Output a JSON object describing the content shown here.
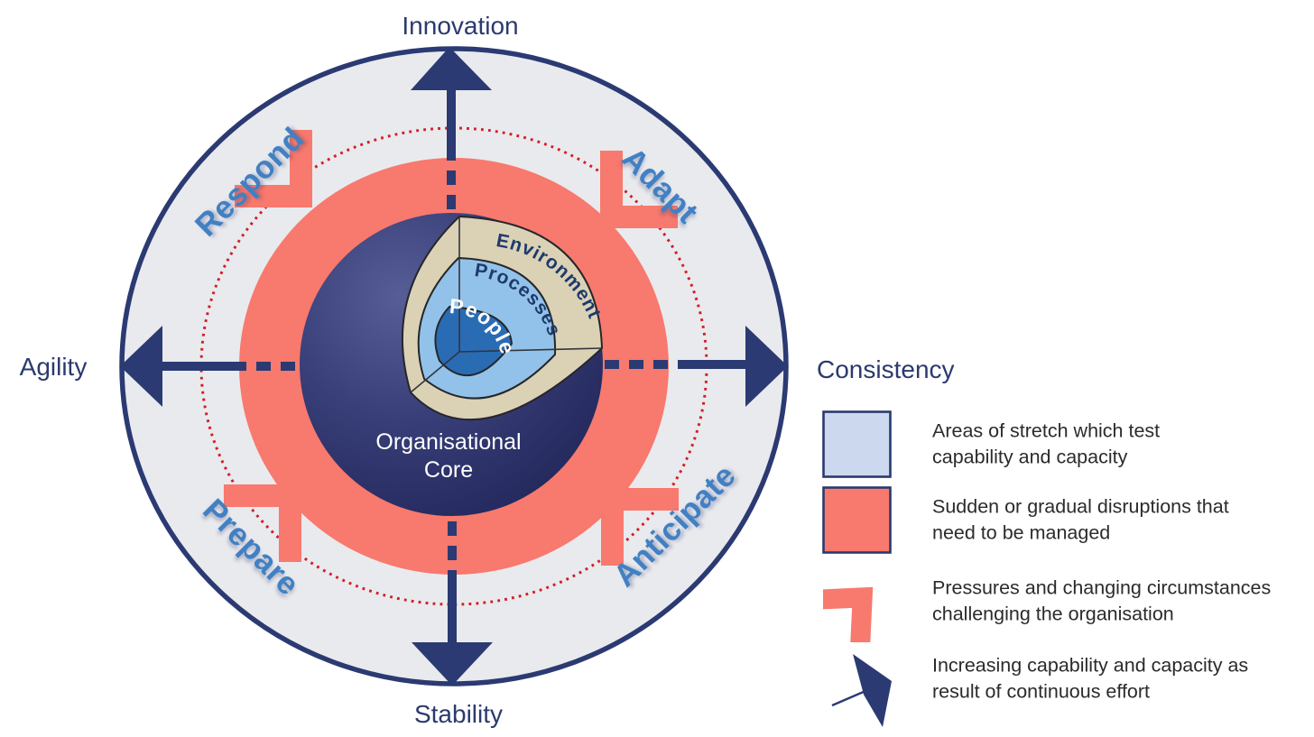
{
  "diagram": {
    "axis_labels": {
      "top": "Innovation",
      "bottom": "Stability",
      "left": "Agility",
      "right": "Consistency"
    },
    "phase_labels": {
      "top_left": "Respond",
      "top_right": "Adapt",
      "bottom_left": "Prepare",
      "bottom_right": "Anticipate"
    },
    "core": {
      "line1": "Organisational",
      "line2": "Core"
    },
    "layers": {
      "outer": "Environment",
      "middle": "Processes",
      "inner": "People"
    }
  },
  "legend": {
    "items": [
      {
        "icon": "stretch-area-swatch",
        "line1": "Areas of stretch which test",
        "line2": "capability and capacity"
      },
      {
        "icon": "disruption-swatch",
        "line1": "Sudden or gradual disruptions that",
        "line2": "need to be managed"
      },
      {
        "icon": "pressure-chevron-icon",
        "line1": "Pressures and changing circumstances",
        "line2": "challenging the organisation"
      },
      {
        "icon": "capability-arrow-icon",
        "line1": "Increasing capability and capacity as",
        "line2": "result of continuous effort"
      }
    ]
  },
  "colors": {
    "navy": "#2b3a72",
    "outer_ring_fill": "#e9eaee",
    "salmon": "#f8796d",
    "dotted_red": "#d21e26",
    "phase_label_blue": "#4180c3",
    "sphere_dark": "#1e2356",
    "sphere_light": "#575d96",
    "beige_layer": "#dbd2b6",
    "light_blue_layer": "#92c2e9",
    "people_blue": "#2a6cb4",
    "legend_swatch_blue": "#ccd8ee",
    "legend_text": "#2b2b2b"
  }
}
